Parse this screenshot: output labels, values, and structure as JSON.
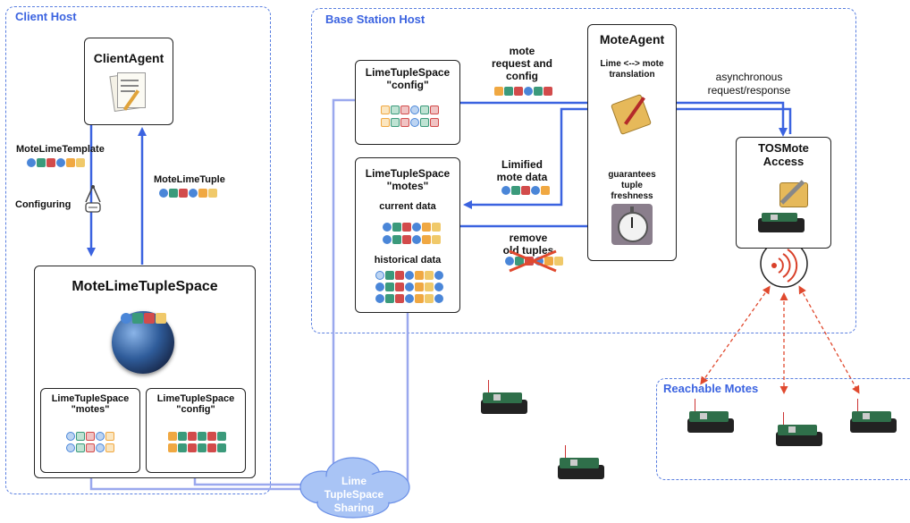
{
  "regions": {
    "client_host": "Client Host",
    "base_station_host": "Base Station Host",
    "reachable_motes": "Reachable Motes"
  },
  "client": {
    "client_agent": "ClientAgent",
    "template_label": "MoteLimeTemplate",
    "configuring_label": "Configuring",
    "tuple_label": "MoteLimeTuple",
    "mote_lime_tuplespace": "MoteLimeTupleSpace",
    "sub_motes_title": "LimeTupleSpace",
    "sub_motes_name": "\"motes\"",
    "sub_config_title": "LimeTupleSpace",
    "sub_config_name": "\"config\""
  },
  "base": {
    "config_ts_title": "LimeTupleSpace",
    "config_ts_name": "\"config\"",
    "motes_ts_title": "LimeTupleSpace",
    "motes_ts_name": "\"motes\"",
    "current_data": "current data",
    "historical_data": "historical data",
    "mote_request_1": "mote",
    "mote_request_2": "request and",
    "mote_request_3": "config",
    "limified_1": "Limified",
    "limified_2": "mote data",
    "remove_1": "remove",
    "remove_2": "old tuples",
    "mote_agent": "MoteAgent",
    "translation_1": "Lime <--> mote",
    "translation_2": "translation",
    "guarantees_1": "guarantees",
    "guarantees_2": "tuple",
    "guarantees_3": "freshness",
    "async_1": "asynchronous",
    "async_2": "request/response",
    "tosmote_1": "TOSMote",
    "tosmote_2": "Access"
  },
  "cloud": {
    "line1": "Lime",
    "line2": "TupleSpace",
    "line3": "Sharing"
  },
  "colors": {
    "region": "#5a7fe0",
    "arrow": "#3b63e0",
    "pipe": "#9aa8ee",
    "cloud": "#a9c4f5",
    "radio": "#d9412a",
    "dashed_link": "#e0492e"
  }
}
